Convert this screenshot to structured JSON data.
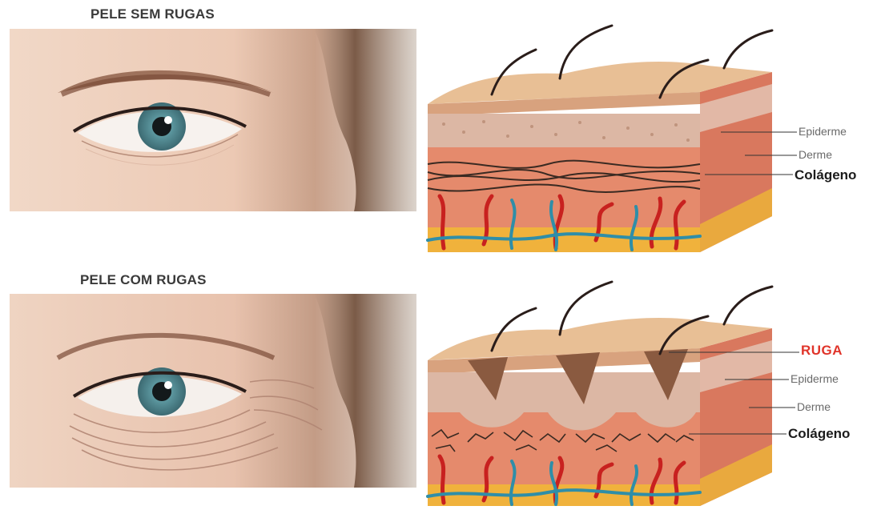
{
  "titles": {
    "top": "PELE SEM RUGAS",
    "bottom": "PELE COM RUGAS"
  },
  "top_diagram": {
    "labels": {
      "epiderme": "Epiderme",
      "derme": "Derme",
      "colageno": "Colágeno"
    }
  },
  "bottom_diagram": {
    "labels": {
      "ruga": "RUGA",
      "epiderme": "Epiderme",
      "derme": "Derme",
      "colageno": "Colágeno"
    }
  },
  "colors": {
    "ruga_label": "#e0342a",
    "skin_surface": "#e8bf95",
    "epidermis": "#d9a88a",
    "dermis": "#e58a6c",
    "fat": "#f0b23c",
    "blood_vessel_red": "#c8211f",
    "blood_vessel_blue": "#2f8ea8",
    "collagen": "#3a2a22"
  }
}
